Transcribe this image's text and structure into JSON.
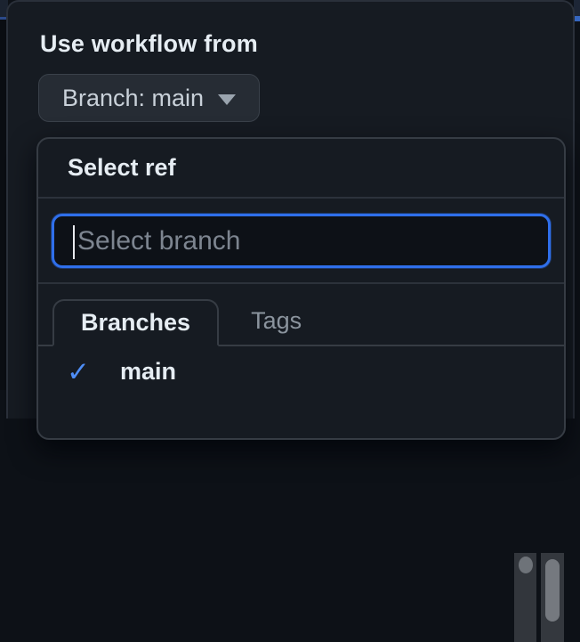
{
  "dropdown": {
    "title": "Use workflow from",
    "branch_button": {
      "label": "Branch: main",
      "caret_icon": "triangle-down"
    }
  },
  "ref_selector": {
    "title": "Select ref",
    "search": {
      "placeholder": "Select branch",
      "value": ""
    },
    "tabs": [
      {
        "label": "Branches",
        "active": true
      },
      {
        "label": "Tags",
        "active": false
      }
    ],
    "list": [
      {
        "label": "main",
        "selected": true,
        "check_icon": "✓"
      }
    ]
  },
  "colors": {
    "panel_bg": "#161b22",
    "page_bg": "#0d1117",
    "input_bg": "#0d1117",
    "focus_border_blue": "#2f6feb",
    "check_blue": "#4e8df6",
    "border_gray": "#363c44",
    "text_primary": "#e6edf3",
    "text_secondary": "#c9d1d9",
    "text_muted": "#8b949e"
  }
}
